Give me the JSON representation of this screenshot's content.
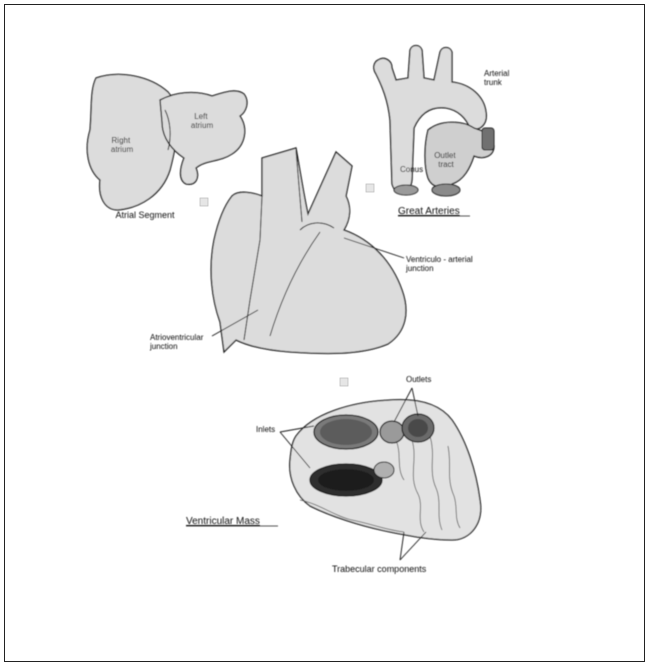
{
  "labels": {
    "right_atrium": [
      "Right",
      "atrium"
    ],
    "left_atrium": [
      "Left",
      "atrium"
    ],
    "atrial_segment": "Atrial Segment",
    "arterial_trunk": [
      "Arterial",
      "trunk"
    ],
    "outflow_tract": [
      "Outlet",
      "tract"
    ],
    "conus": "Conus",
    "great_arteries": "Great Arteries",
    "ventriculo_arterial_junction": [
      "Ventriculo - arterial",
      "junction"
    ],
    "atrioventricular_junction": [
      "Atrioventricular",
      "junction"
    ],
    "ventricular_mass": "Ventricular Mass",
    "inlets": "Inlets",
    "outlets": "Outlets",
    "trabecular_components": "Trabecular components"
  },
  "colors": {
    "fill_light": "#dcdcdc",
    "fill_mid": "#9a9a9a",
    "fill_dark": "#3a3a3a",
    "stroke": "#1a1a1a"
  }
}
